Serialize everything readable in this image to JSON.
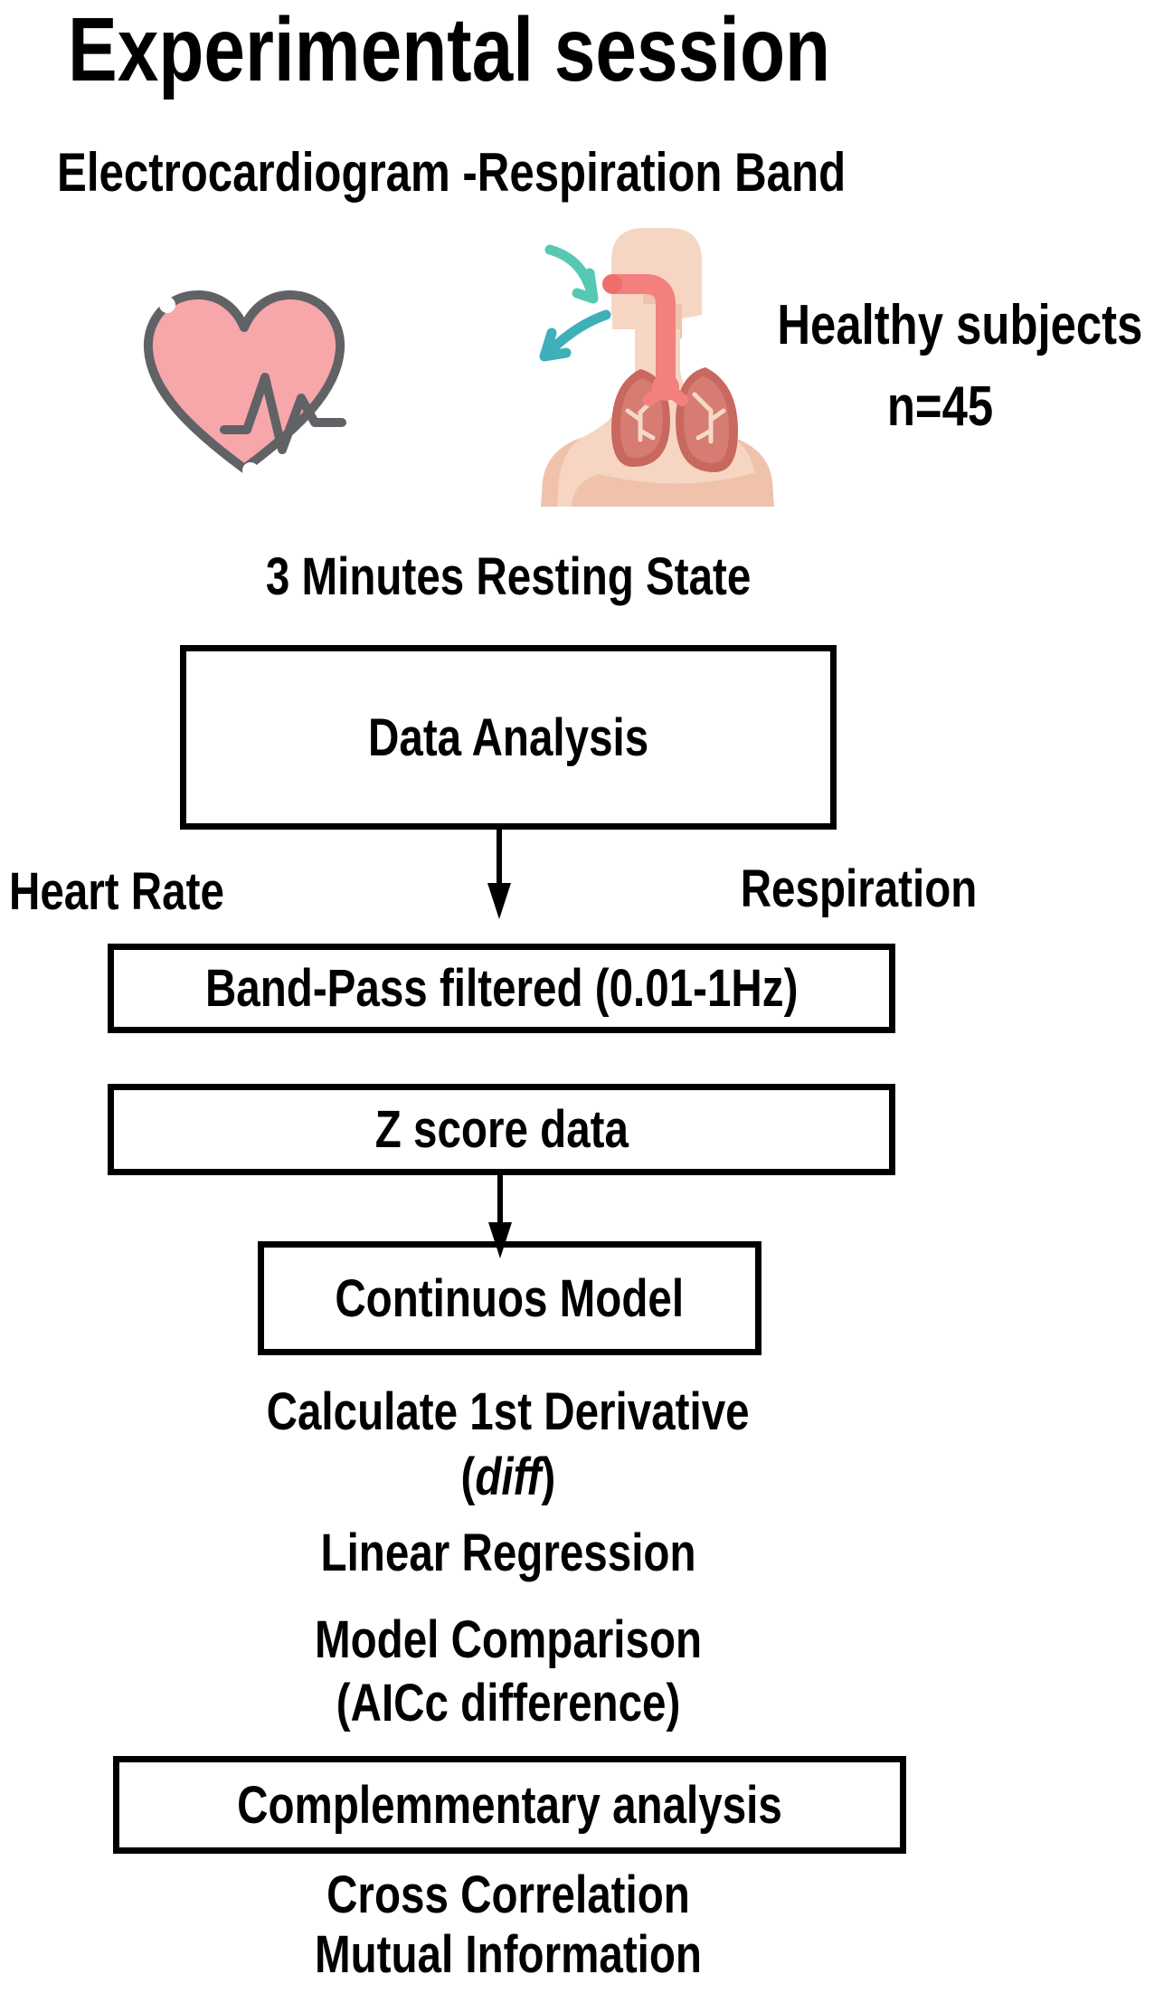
{
  "title": "Experimental session",
  "subtitle": "Electrocardiogram -Respiration Band",
  "cohort": {
    "label": "Healthy subjects",
    "n": "n=45"
  },
  "protocol_label": "3 Minutes Resting State",
  "signals": {
    "left": "Heart Rate",
    "right": "Respiration"
  },
  "boxes": {
    "data_analysis": "Data Analysis",
    "band_pass": "Band-Pass filtered (0.01-1Hz)",
    "z_score": "Z score data",
    "continuous_model": "Continuos Model",
    "complementary": "Complemmentary analysis"
  },
  "steps": {
    "derivative": "Calculate 1st Derivative",
    "derivative_paren_open": "(",
    "derivative_func": "diff",
    "derivative_paren_close": ")",
    "linear_regression": "Linear Regression",
    "model_comparison": "Model Comparison",
    "model_comparison_metric": "(AICc difference)",
    "cross_correlation": "Cross Correlation",
    "mutual_information": "Mutual Information"
  },
  "icons": {
    "heart": "heart-ecg-icon",
    "respiration": "lungs-breathing-icon"
  },
  "colors": {
    "ink": "#000000",
    "background": "#ffffff",
    "heart_fill": "#f7a6aa",
    "outline_gray": "#606266",
    "skin": "#f6d6c3",
    "skin_shade": "#f0c2ab",
    "lung_dark": "#c8685f",
    "lung_mid": "#d67c72",
    "bronchi": "#f6d8c7",
    "airway": "#f4807e",
    "airway_dark": "#ee6e6c",
    "teal_light": "#57c8b4",
    "teal_dark": "#3fafba"
  }
}
